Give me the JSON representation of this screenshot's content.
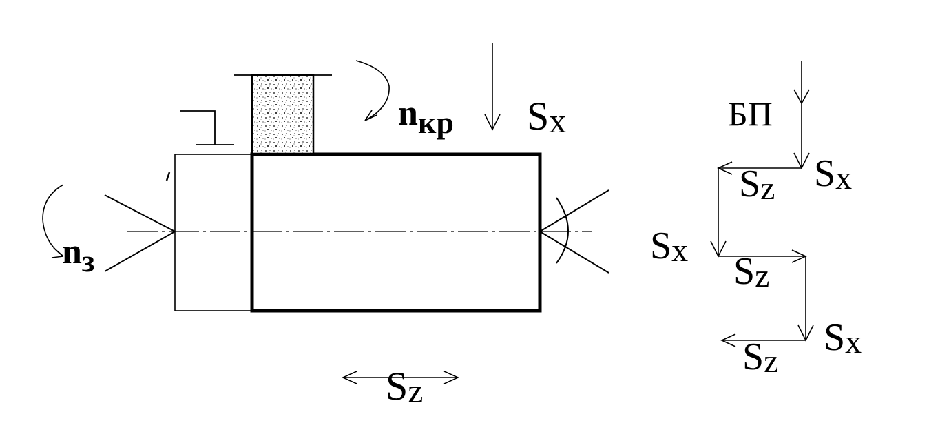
{
  "labels": {
    "n_kr_main": "n",
    "n_kr_sub": "кр",
    "n_z_main": "n",
    "n_z_sub": "з",
    "sx_top": "S",
    "sx_top_sub": "x",
    "sz_bottom": "S",
    "sz_bottom_sub": "z",
    "bp": "БП",
    "path_sz_1": "S",
    "path_sz_1_sub": "z",
    "path_sx_1": "S",
    "path_sx_1_sub": "x",
    "path_sx_2": "S",
    "path_sx_2_sub": "x",
    "path_sz_2": "S",
    "path_sz_2_sub": "z",
    "path_sx_3": "S",
    "path_sx_3_sub": "x",
    "path_sz_3": "S",
    "path_sz_3_sub": "z"
  },
  "colors": {
    "ink": "#000000",
    "background": "#ffffff",
    "grinding_wheel": "#e8e4dc"
  }
}
